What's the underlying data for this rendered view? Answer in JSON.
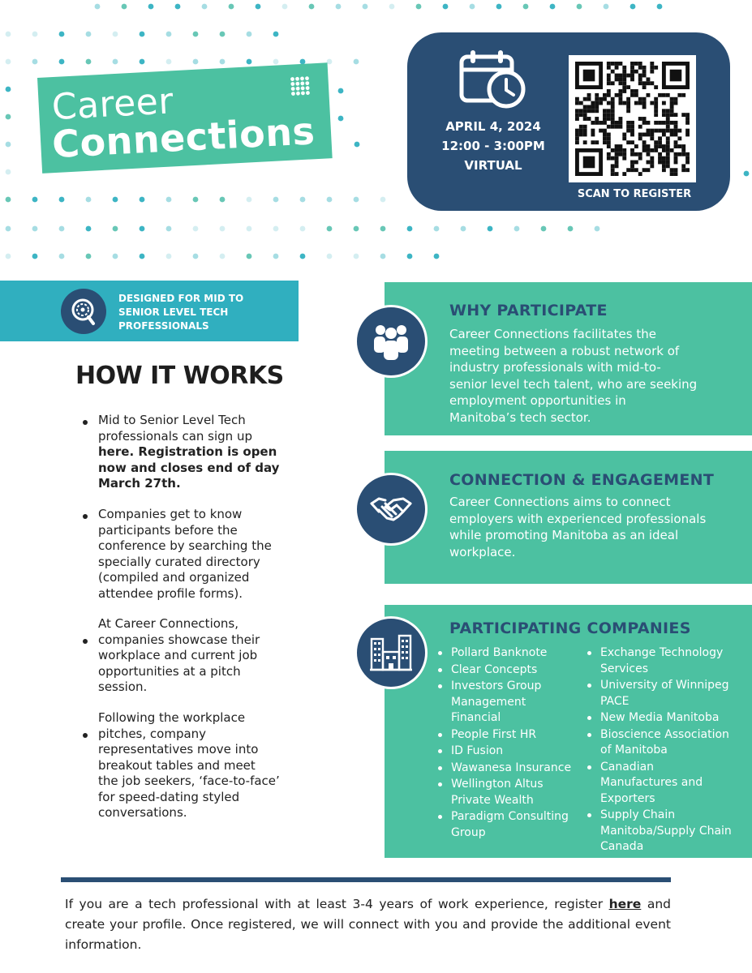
{
  "logo": {
    "line1": "Career",
    "line2": "Connections"
  },
  "event": {
    "date": "APRIL 4, 2024",
    "time": "12:00 - 3:00PM",
    "mode": "VIRTUAL",
    "scan_label": "SCAN TO REGISTER",
    "icon": "calendar-clock-icon"
  },
  "designed_for": {
    "line1": "DESIGNED FOR MID TO",
    "line2": "SENIOR LEVEL TECH",
    "line3": "PROFESSIONALS",
    "icon": "target-search-icon"
  },
  "how_it_works": {
    "title": "HOW IT WORKS",
    "item1": {
      "line1": "Mid to Senior Level Tech",
      "line2": "professionals can sign up",
      "link": "here",
      "line3_rest": ".  Registration is open",
      "line4": "now and closes end of day",
      "line5": "March 27th."
    },
    "item2": {
      "lines": [
        "Companies get to know",
        "participants before the",
        "conference by searching the",
        "specially curated directory",
        "(compiled and organized",
        "attendee profile forms)."
      ]
    },
    "item3": {
      "lines": [
        "At Career Connections,",
        "companies showcase their",
        "workplace and current job",
        "opportunities at a pitch",
        "session."
      ]
    },
    "item4": {
      "lines": [
        "Following the workplace",
        "pitches, company",
        "representatives move into",
        "breakout tables and meet",
        "the job seekers, ‘face-to-face’",
        "for speed-dating styled",
        "conversations."
      ]
    }
  },
  "why": {
    "title": "WHY PARTICIPATE",
    "lines": [
      "Career Connections facilitates the",
      "meeting between a robust network of",
      "industry professionals with mid-to-",
      "senior level tech talent, who are seeking",
      "employment opportunities in",
      "Manitoba’s tech sector."
    ],
    "icon": "people-group-icon"
  },
  "connection": {
    "title": "CONNECTION & ENGAGEMENT",
    "lines": [
      "Career Connections aims to connect",
      "employers with experienced professionals",
      "while promoting Manitoba as an ideal",
      "workplace."
    ],
    "icon": "handshake-icon"
  },
  "companies": {
    "title": "PARTICIPATING COMPANIES",
    "icon": "office-buildings-icon",
    "col1": [
      [
        "Pollard Banknote"
      ],
      [
        "Clear Concepts"
      ],
      [
        "Investors Group",
        "Management",
        "Financial"
      ],
      [
        "People First HR"
      ],
      [
        "ID Fusion"
      ],
      [
        "Wawanesa Insurance"
      ],
      [
        "Wellington Altus",
        "Private Wealth"
      ],
      [
        "Paradigm Consulting",
        "Group"
      ]
    ],
    "col2": [
      [
        "Exchange Technology",
        "Services"
      ],
      [
        "University of Winnipeg",
        "PACE"
      ],
      [
        "New Media Manitoba"
      ],
      [
        "Bioscience Association",
        "of Manitoba"
      ],
      [
        "Canadian",
        "Manufactures and",
        "Exporters"
      ],
      [
        "Supply Chain",
        "Manitoba/Supply Chain",
        "Canada"
      ]
    ]
  },
  "footer": {
    "part1": "If you are a tech professional with at least 3-4 years of work experience, register ",
    "link": "here",
    "part2": " and create your profile. Once registered, we will connect with you and provide the additional event information."
  },
  "colors": {
    "teal": "#4cc1a1",
    "navy": "#2a4e74",
    "cyan": "#30afbf"
  }
}
